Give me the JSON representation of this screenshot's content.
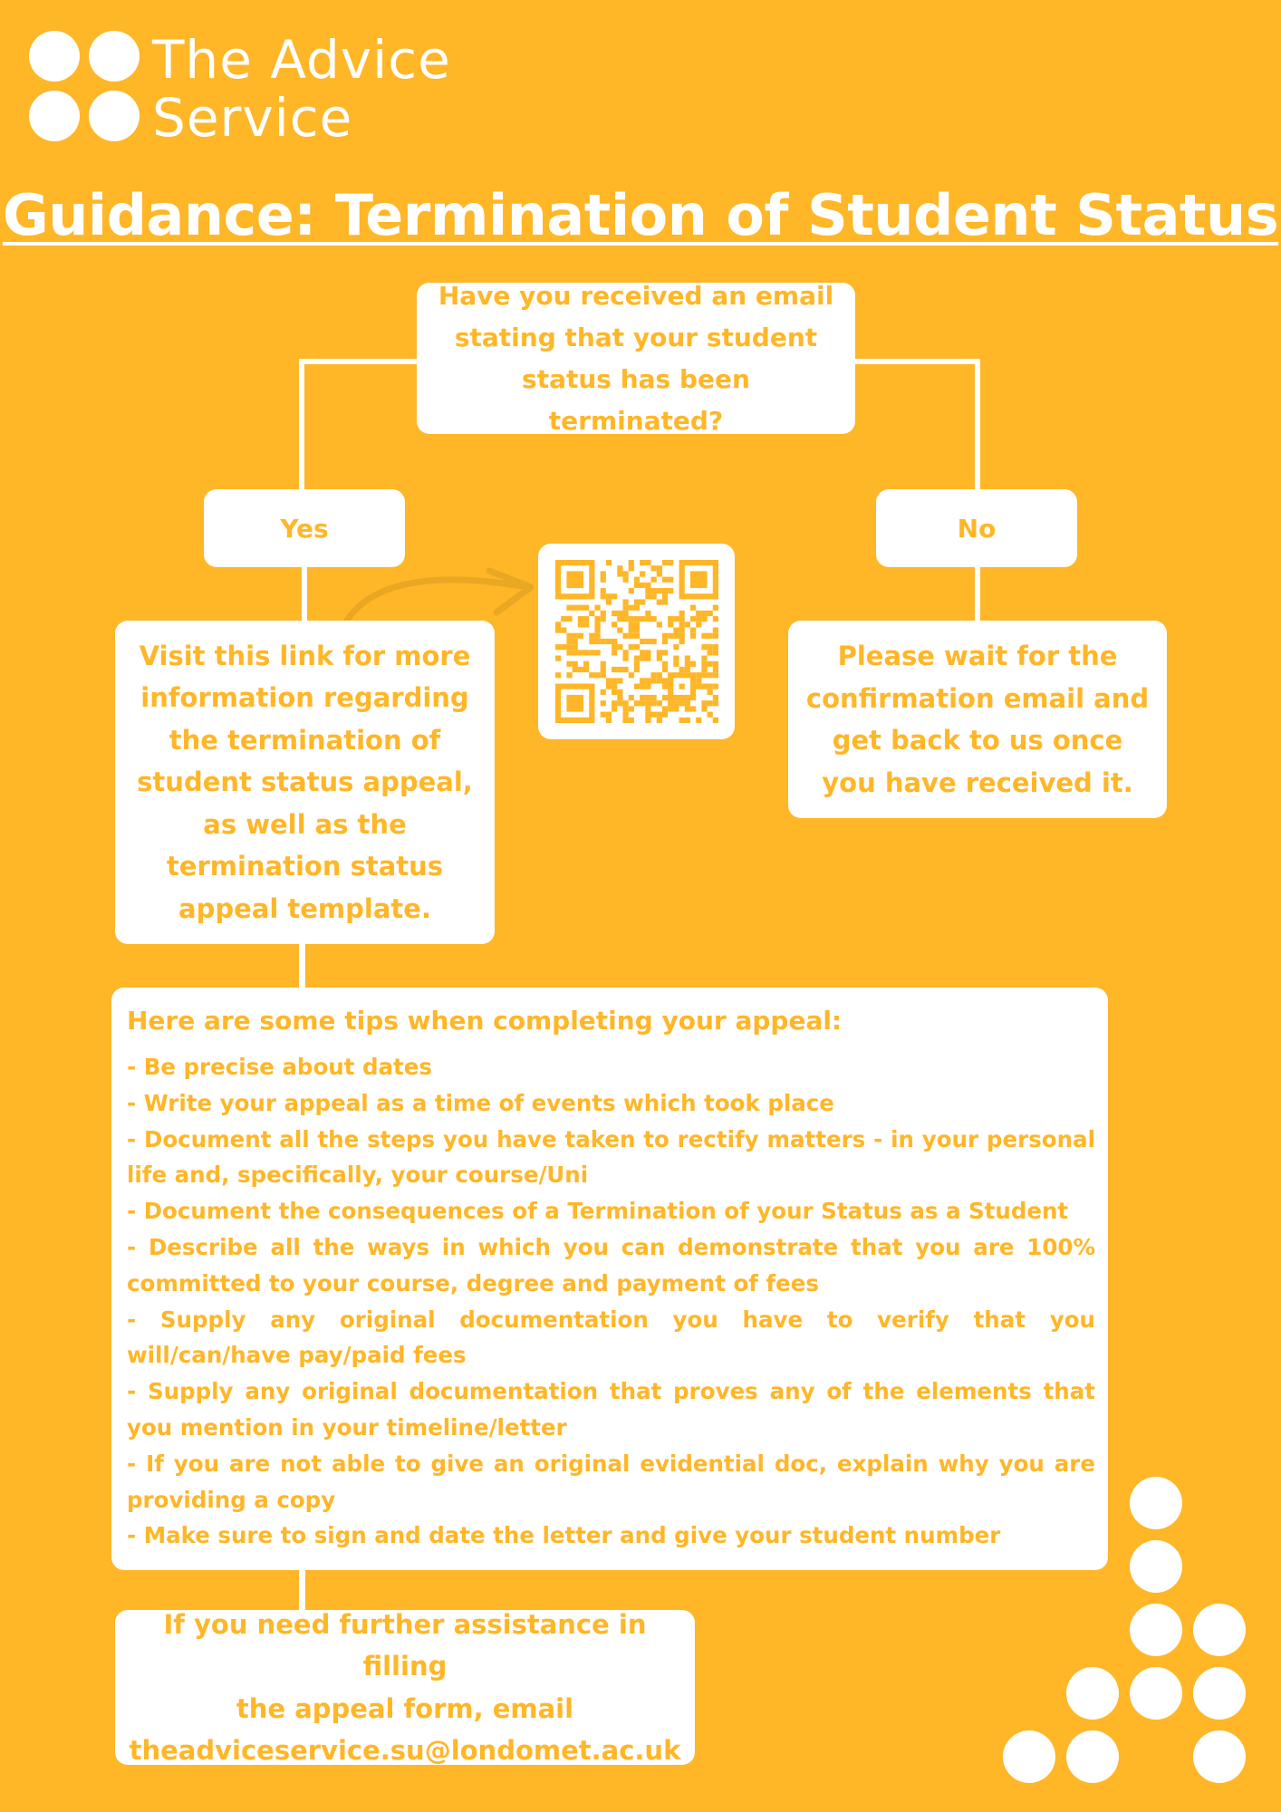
{
  "logo": {
    "line1": "The Advice",
    "line2": "Service"
  },
  "title": "Guidance: Termination of Student Status",
  "flow": {
    "question": "Have you received an email stating that your student status has been terminated?",
    "yes": "Yes",
    "no": "No",
    "yes_result": "Visit this link for more information regarding the termination of student status appeal, as well as the termination status appeal template.",
    "no_result": "Please wait for the confirmation email and get back to us once you have received it."
  },
  "tips": {
    "heading": "Here are some tips when completing your appeal:",
    "items": [
      "- Be precise about dates",
      "- Write your appeal as a time of events which took place",
      "- Document all the steps you have taken to rectify matters - in your personal life and, specifically, your course/Uni",
      "- Document the consequences of a Termination of your Status as a Student",
      "- Describe all the ways in which you can demonstrate that you are 100% committed to your course, degree and payment of fees",
      "- Supply any original documentation you have to verify that you will/can/have pay/paid fees",
      "- Supply any original documentation that proves any of the elements that you mention in your timeline/letter",
      "- If you are not able to give an original evidential doc, explain why you are providing a copy",
      "- Make sure to sign and date the letter and give your student number"
    ]
  },
  "contact": {
    "line1": "If you need further assistance in filling",
    "line2": "the appeal form, email",
    "email": "theadviceservice.su@londomet.ac.uk"
  },
  "colors": {
    "background": "#FFB627",
    "box": "#FFFFFF",
    "text_accent": "#FFB627",
    "arrow": "#E9A722"
  },
  "icons": {
    "qr": "qr-code-icon",
    "arrow": "curved-arrow-icon"
  }
}
